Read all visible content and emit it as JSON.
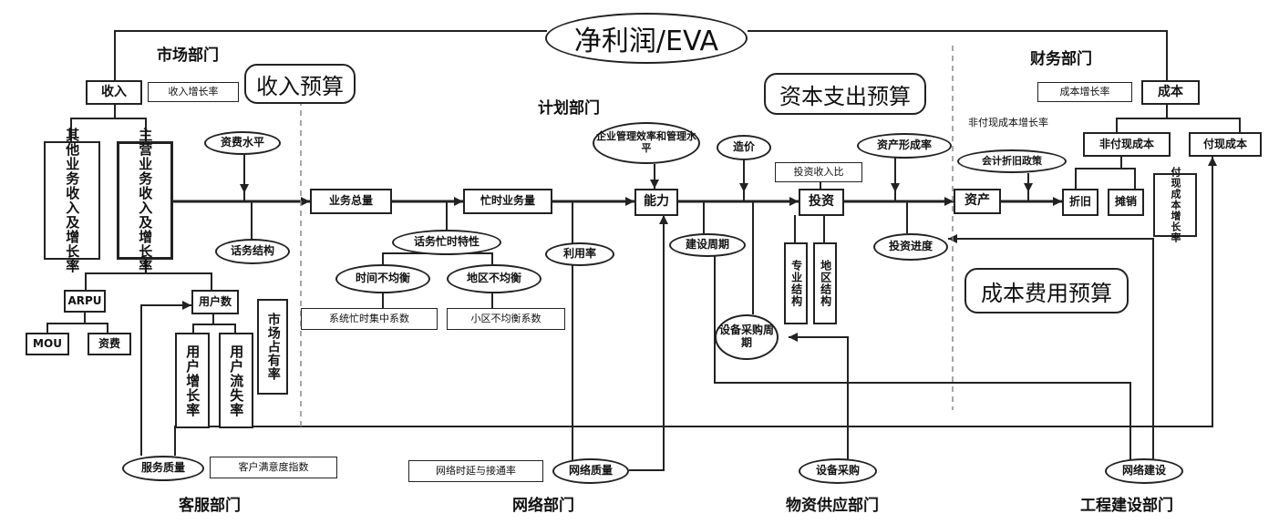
{
  "title": "净利润/EVA",
  "departments": {
    "market": "市场部门",
    "planning": "计划部门",
    "finance": "财务部门",
    "customer_service": "客服部门",
    "network": "网络部门",
    "supply": "物资供应部门",
    "engineering": "工程建设部门"
  },
  "callouts": {
    "revenue_budget": "收入预算",
    "capex_budget": "资本支出预算",
    "cost_budget": "成本费用预算"
  },
  "nodes": {
    "revenue": "收入",
    "revenue_growth": "收入增长率",
    "other_revenue": "其他业务收入及增长率",
    "main_revenue": "主营业务收入及增长率",
    "tariff_level": "资费水平",
    "service_structure": "话务结构",
    "arpu": "ARPU",
    "users": "用户数",
    "mou": "MOU",
    "tariff": "资费",
    "user_growth": "用户增长率",
    "user_churn": "用户流失率",
    "market_share": "市场占有率",
    "total_traffic": "业务总量",
    "busy_traffic": "忙时业务量",
    "busy_char": "话务忙时特性",
    "time_imbalance": "时间不均衡",
    "area_imbalance": "地区不均衡",
    "system_busy_factor": "系统忙时集中系数",
    "cell_imbalance_factor": "小区不均衡系数",
    "utilization": "利用率",
    "mgmt_efficiency": "企业管理效率和管理水平",
    "capacity": "能力",
    "build_cycle": "建设周期",
    "cost_price": "造价",
    "investment_income": "投资收入比",
    "investment": "投资",
    "specialty_structure": "专业结构",
    "regional_structure": "地区结构",
    "asset_formation_rate": "资产形成率",
    "investment_progress": "投资进度",
    "equipment_cycle": "设备采购周期",
    "accounting_policy": "会计折旧政策",
    "assets": "资产",
    "depreciation": "折旧",
    "amortization": "摊销",
    "cost": "成本",
    "cost_growth": "成本增长率",
    "noncash_cost_growth": "非付现成本增长率",
    "noncash_cost": "非付现成本",
    "cash_cost": "付现成本",
    "cash_cost_growth": "付现成本增长率",
    "service_quality": "服务质量",
    "customer_satisfaction": "客户满意度指数",
    "network_coverage": "网络时延与接通率",
    "network_quality": "网络质量",
    "equipment_purchase": "设备采购",
    "network_construction": "网络建设"
  }
}
